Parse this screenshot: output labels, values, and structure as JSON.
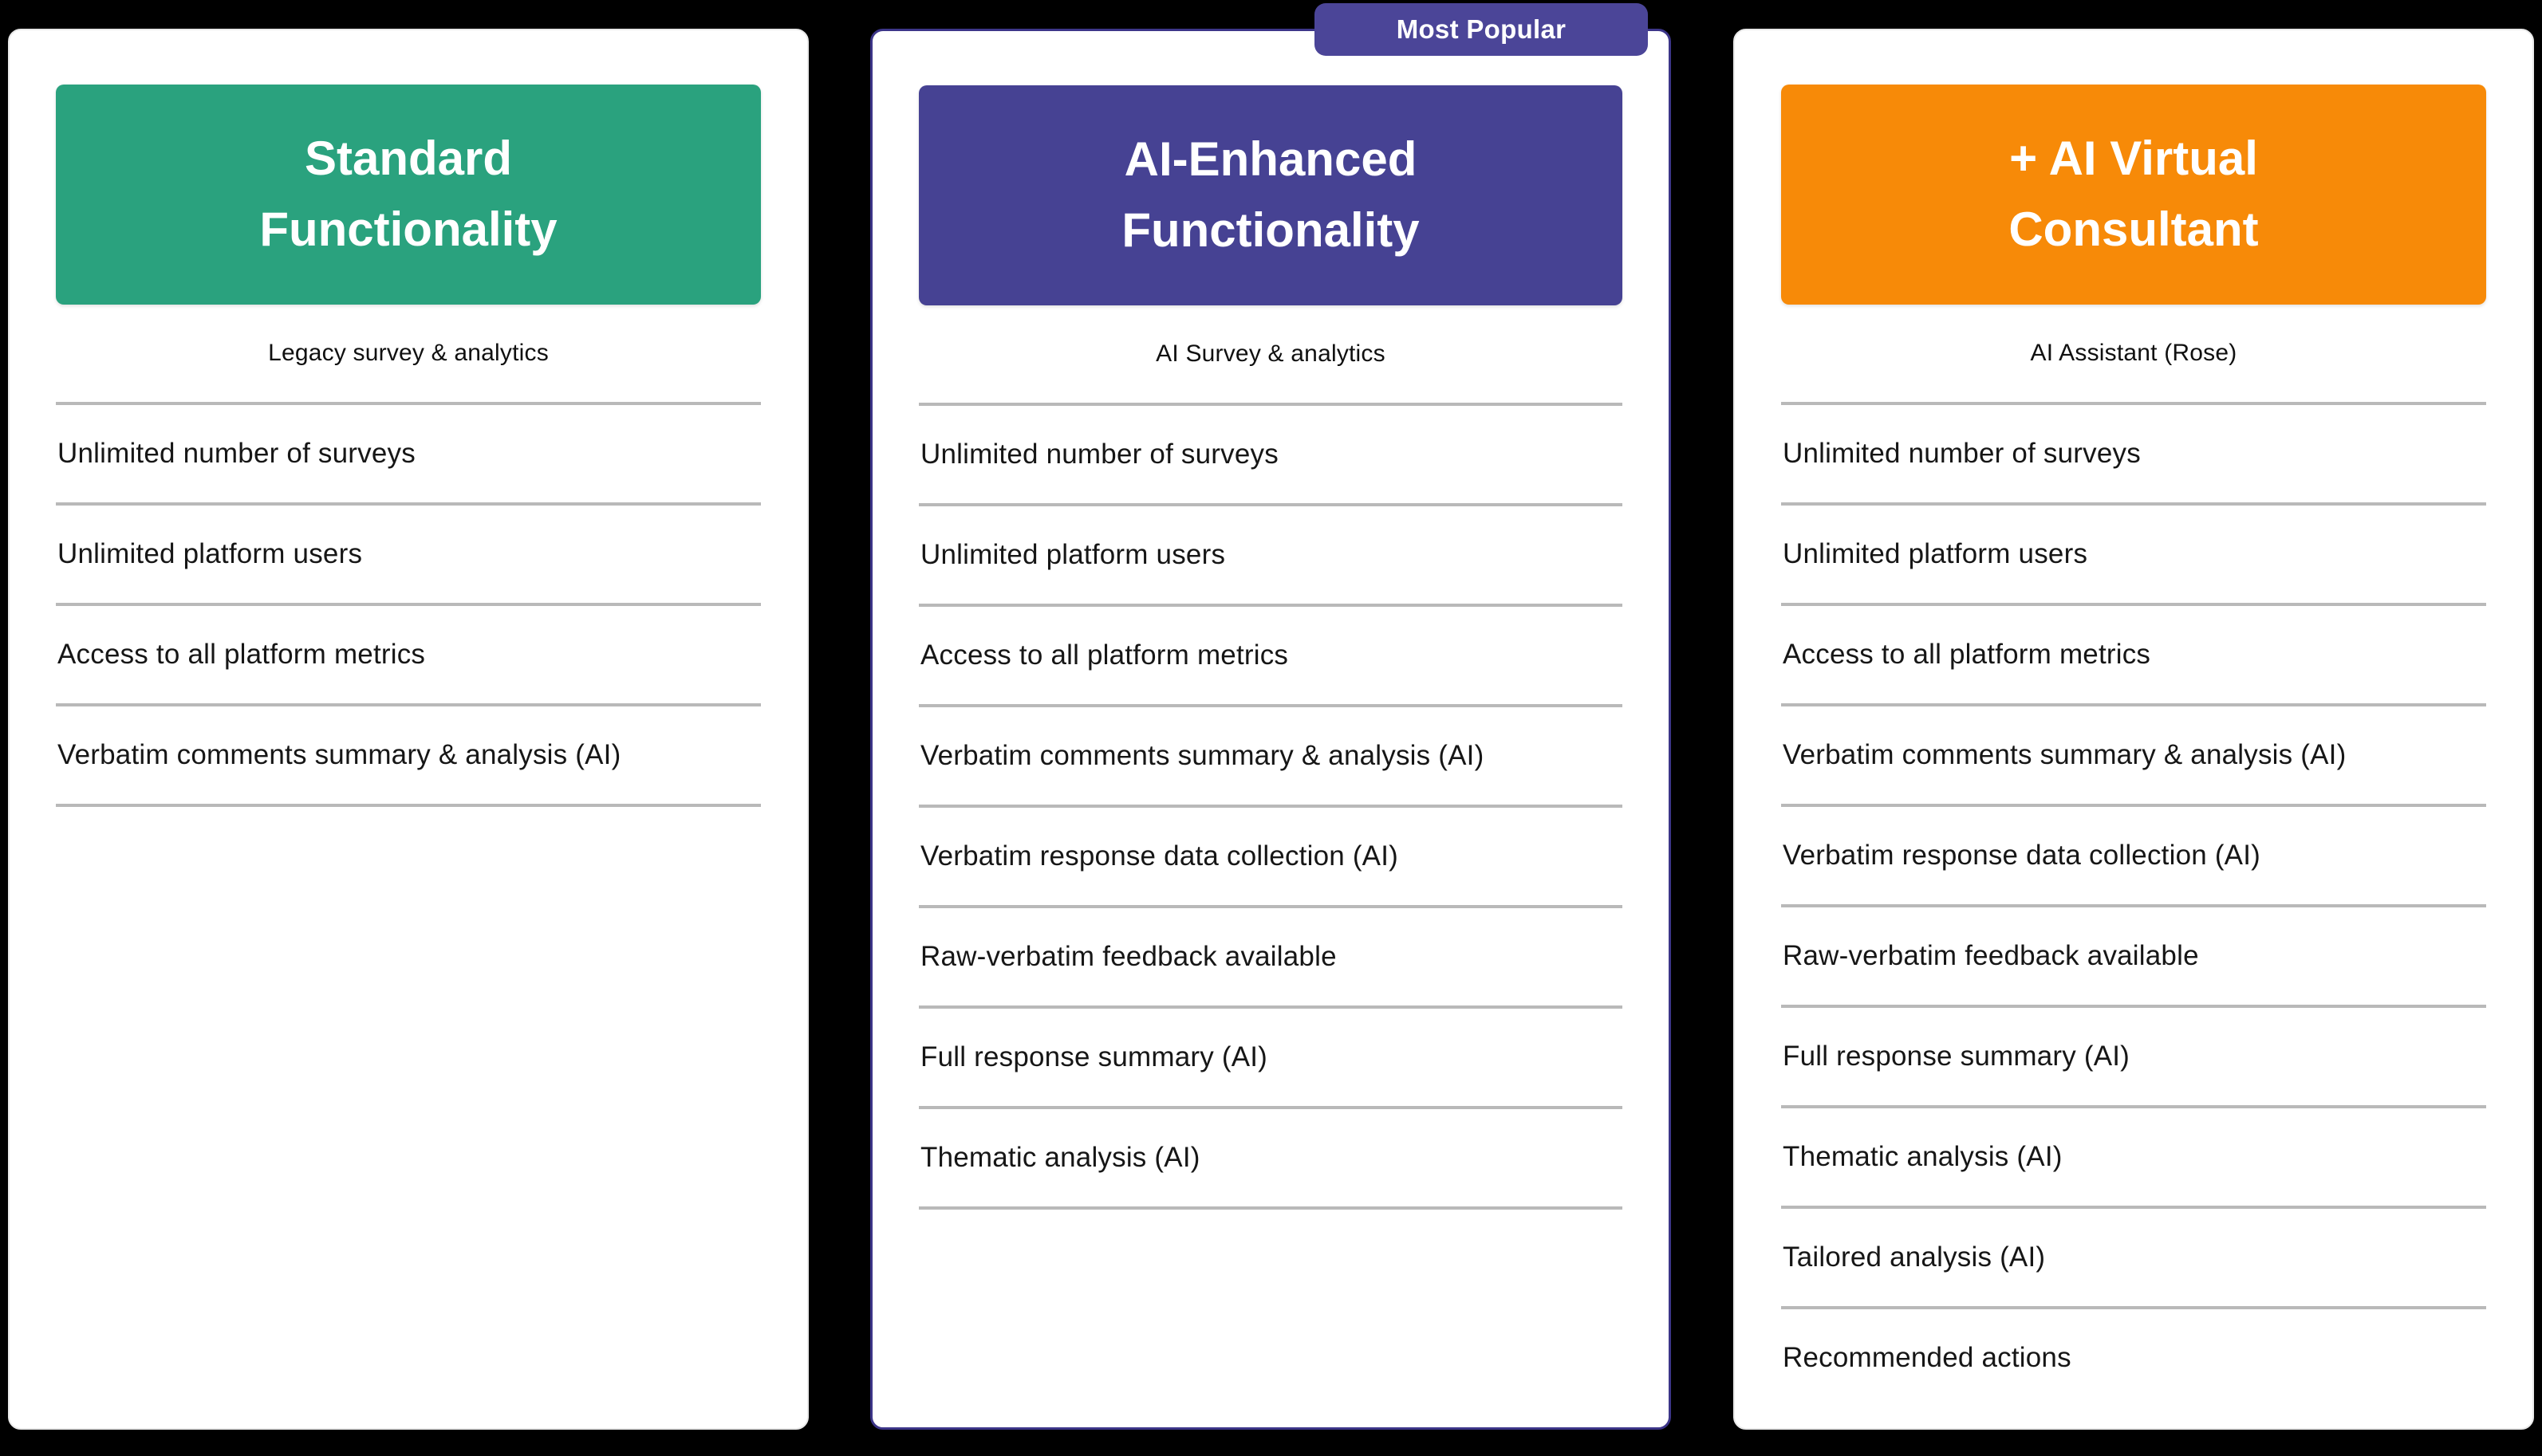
{
  "page": {
    "background": "#000000"
  },
  "badge": {
    "label": "Most Popular"
  },
  "colors": {
    "green_header": "#2aa27e",
    "purple_header": "#464293",
    "orange_header": "#f78a08",
    "badge_background": "#4b4598",
    "accent_card_border": "#3c3588",
    "light_card_border": "#e9e9e9",
    "divider": "#b9b9b9",
    "card_background": "#ffffff",
    "title_text": "#ffffff",
    "body_text": "#161616"
  },
  "cards": [
    {
      "id": "standard-functionality",
      "title_lines": [
        "Standard",
        "Functionality"
      ],
      "header_color": "#2aa27e",
      "subtitle": "Legacy survey & analytics",
      "most_popular": false,
      "closing_divider": true,
      "features": [
        "Unlimited number of surveys",
        "Unlimited platform users",
        "Access to all platform metrics",
        "Verbatim comments summary & analysis (AI)"
      ]
    },
    {
      "id": "ai-enhanced-functionality",
      "title_lines": [
        "AI-Enhanced",
        "Functionality"
      ],
      "header_color": "#464293",
      "subtitle": "AI Survey & analytics",
      "most_popular": true,
      "closing_divider": true,
      "features": [
        "Unlimited number of surveys",
        "Unlimited platform users",
        "Access to all platform metrics",
        "Verbatim comments summary & analysis (AI)",
        "Verbatim response data collection (AI)",
        "Raw-verbatim feedback available",
        "Full response summary (AI)",
        "Thematic analysis (AI)"
      ]
    },
    {
      "id": "ai-virtual-consultant",
      "title_lines": [
        "+ AI Virtual",
        "Consultant"
      ],
      "header_color": "#f78a08",
      "subtitle": "AI Assistant (Rose)",
      "most_popular": false,
      "closing_divider": false,
      "features": [
        "Unlimited number of surveys",
        "Unlimited platform users",
        "Access to all platform metrics",
        "Verbatim comments summary & analysis (AI)",
        "Verbatim response data collection (AI)",
        "Raw-verbatim feedback available",
        "Full response summary (AI)",
        "Thematic analysis (AI)",
        "Tailored analysis (AI)",
        "Recommended actions"
      ]
    }
  ]
}
